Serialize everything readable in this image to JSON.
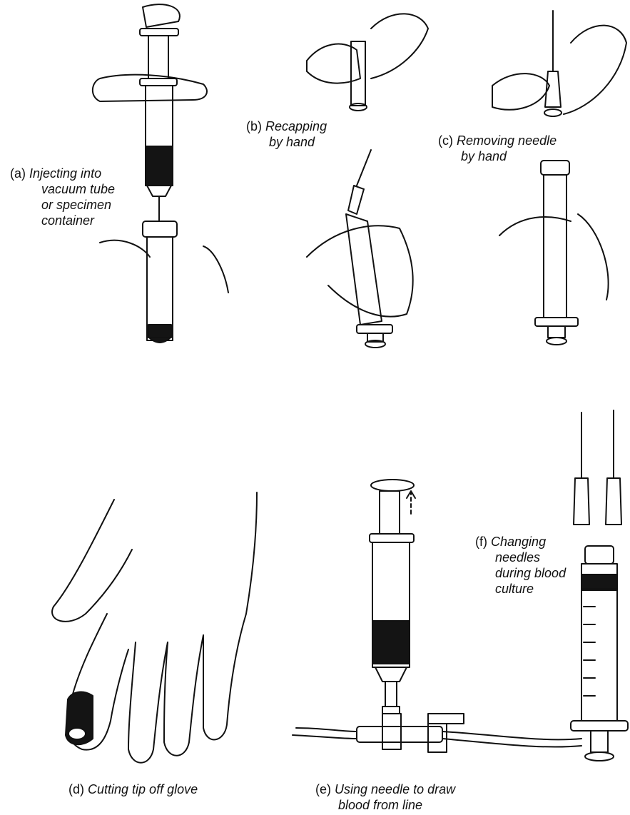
{
  "figure": {
    "panels": [
      {
        "id": "a",
        "label": "(a)",
        "lines": [
          "Injecting into",
          "vacuum tube",
          "or specimen",
          "container"
        ]
      },
      {
        "id": "b",
        "label": "(b)",
        "lines": [
          "Recapping",
          "by hand"
        ]
      },
      {
        "id": "c",
        "label": "(c)",
        "lines": [
          "Removing needle",
          "by hand"
        ]
      },
      {
        "id": "d",
        "label": "(d)",
        "lines": [
          "Cutting tip off glove"
        ]
      },
      {
        "id": "e",
        "label": "(e)",
        "lines": [
          "Using needle to draw",
          "blood from line"
        ]
      },
      {
        "id": "f",
        "label": "(f)",
        "lines": [
          "Changing",
          "needles",
          "during blood",
          "culture"
        ]
      }
    ]
  },
  "colors": {
    "ink": "#111111",
    "blood": "#141414",
    "paper": "#ffffff"
  }
}
